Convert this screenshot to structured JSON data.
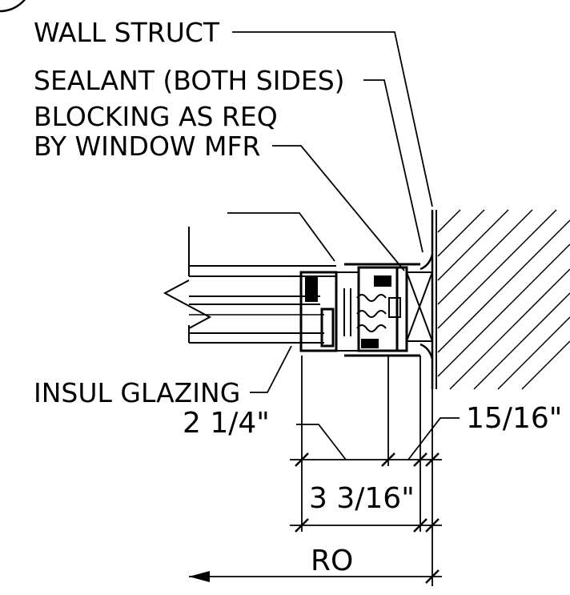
{
  "labels": {
    "wall_struct": "WALL STRUCT",
    "sealant": "SEALANT (BOTH SIDES)",
    "blocking_line1": "BLOCKING AS REQ",
    "blocking_line2": "BY WINDOW MFR",
    "insul_glazing": "INSUL GLAZING"
  },
  "dimensions": {
    "frame_depth": "2 1/4\"",
    "gap": "15/16\"",
    "overall": "3 3/16\"",
    "rough_opening": "RO"
  },
  "colors": {
    "line": "#000000",
    "background": "#ffffff"
  }
}
